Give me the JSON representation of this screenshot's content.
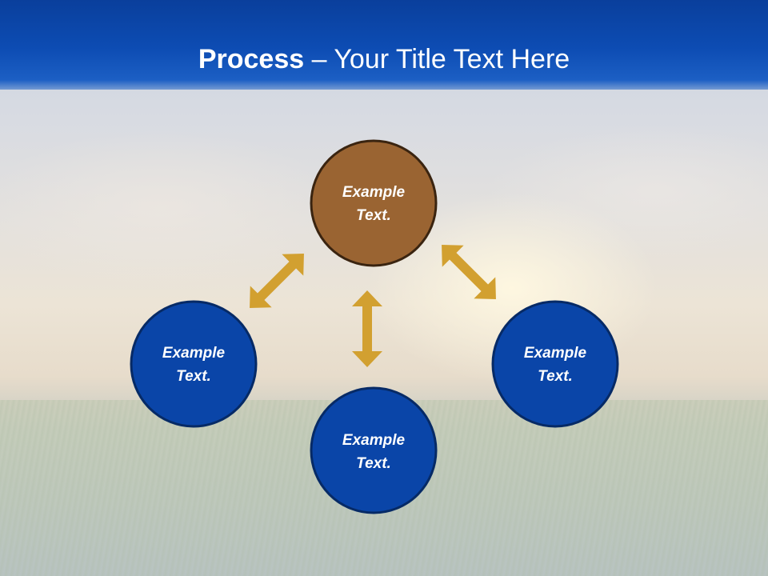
{
  "title": {
    "bold": "Process",
    "rest": " – Your Title Text Here"
  },
  "colors": {
    "header": "#0d4cb3",
    "node_top": "#9a6432",
    "node_blue": "#0a45a8",
    "arrow": "#d2a030"
  },
  "nodes": [
    {
      "id": "top",
      "line1": "Example",
      "line2": "Text."
    },
    {
      "id": "left",
      "line1": "Example",
      "line2": "Text."
    },
    {
      "id": "right",
      "line1": "Example",
      "line2": "Text."
    },
    {
      "id": "bottom",
      "line1": "Example",
      "line2": "Text."
    }
  ]
}
